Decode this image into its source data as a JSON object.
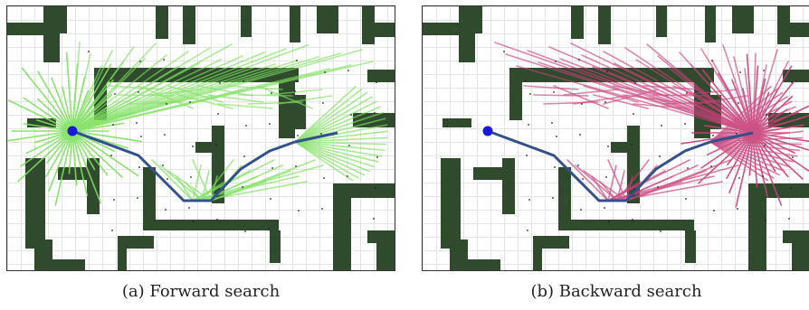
{
  "colors": {
    "obstacle": "#2f4a2d",
    "forward_tree": "#7ee05f",
    "backward_tree": "#c8407a",
    "path": "#32508a",
    "start_node": "#1a1ad6",
    "grid": "#e4e4e4"
  },
  "panels": [
    {
      "caption": "(a) Forward search",
      "tree_color_key": "forward_tree"
    },
    {
      "caption": "(b) Backward search",
      "tree_color_key": "backward_tree"
    }
  ]
}
